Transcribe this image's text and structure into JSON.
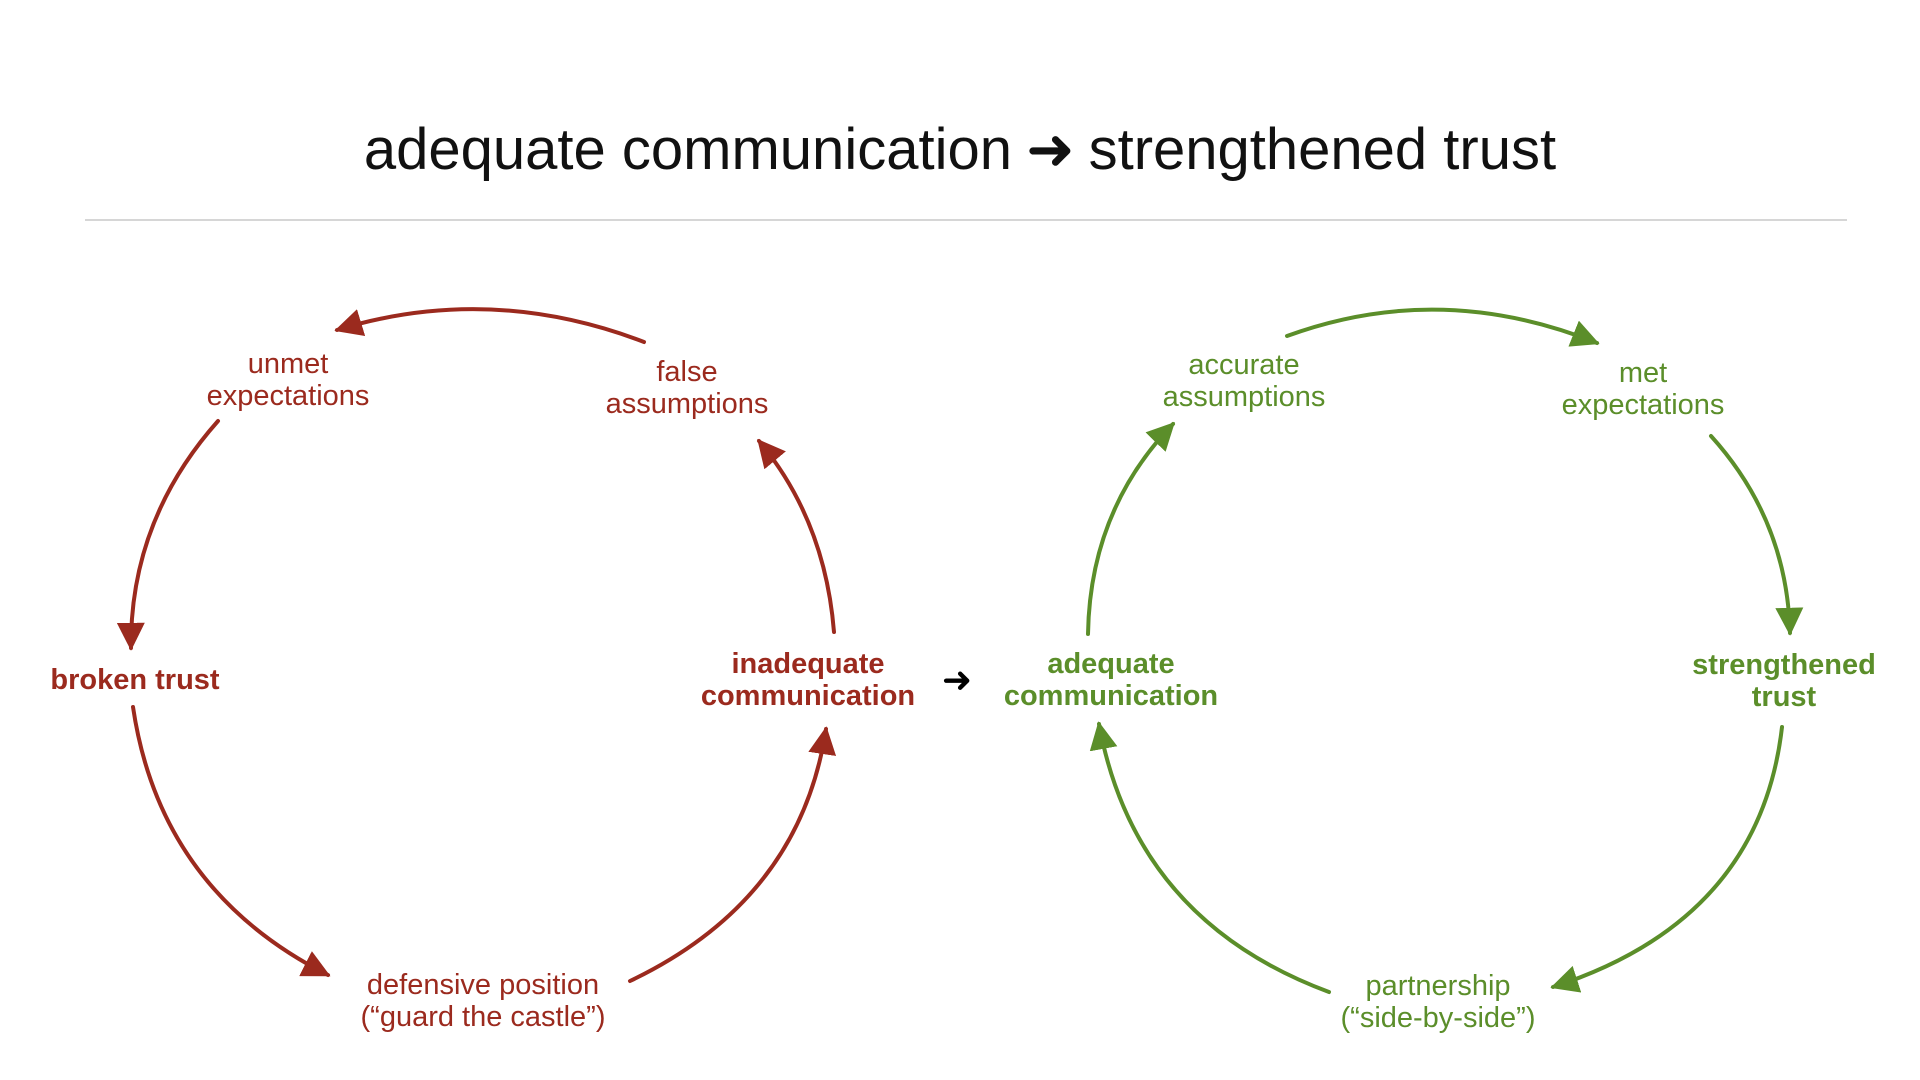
{
  "title": {
    "left": "adequate communication",
    "arrow": "➜",
    "right": "strengthened trust"
  },
  "colors": {
    "negative": "#9b2a1e",
    "positive": "#5b8e2a",
    "text": "#111111",
    "divider": "#d6d6d6"
  },
  "negative_cycle": {
    "unmet_expectations": [
      "unmet",
      "expectations"
    ],
    "false_assumptions": [
      "false",
      "assumptions"
    ],
    "broken_trust": [
      "broken trust"
    ],
    "inadequate_communication": [
      "inadequate",
      "communication"
    ],
    "defensive_position": [
      "defensive position",
      "(“guard the castle”)"
    ]
  },
  "transition_arrow": "➜",
  "positive_cycle": {
    "accurate_assumptions": [
      "accurate",
      "assumptions"
    ],
    "met_expectations": [
      "met",
      "expectations"
    ],
    "adequate_communication": [
      "adequate",
      "communication"
    ],
    "strengthened_trust": [
      "strengthened",
      "trust"
    ],
    "partnership": [
      "partnership",
      "(“side-by-side”)"
    ]
  }
}
